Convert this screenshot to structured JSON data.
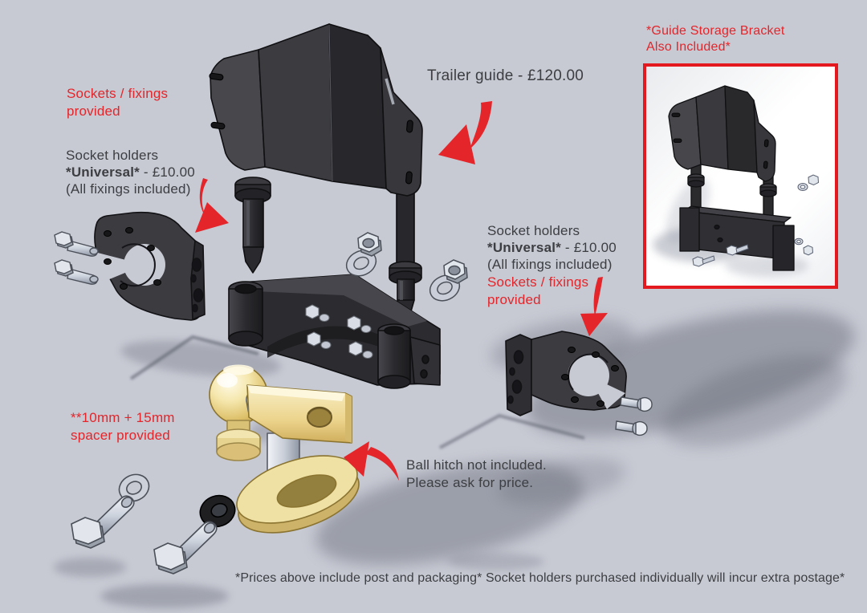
{
  "colors": {
    "background": "#c7c9d3",
    "accent_red": "#e4252a",
    "text_dark": "#3c3e42",
    "part_dark": "#323236",
    "gold": "#ecd48d",
    "silver": "#c9cfd9",
    "inset_border": "#e4191f"
  },
  "annotations": {
    "trailer_guide_price": "Trailer guide - £120.00",
    "inset_caption": {
      "l1": "*Guide Storage Bracket",
      "l2": "Also Included*"
    },
    "fixings_note": {
      "l1": "Sockets / fixings",
      "l2": "provided"
    },
    "socket_holders": {
      "l1": "Socket holders",
      "bold": "*Universal*",
      "price": " - £10.00",
      "l3": "(All fixings included)"
    },
    "spacer_note": {
      "l1": "**10mm + 15mm",
      "l2": "spacer provided"
    },
    "ball_hitch_note": {
      "l1": "Ball hitch not included.",
      "l2": "Please ask for price."
    },
    "footer": "*Prices above include post and packaging* Socket holders purchased individually will incur extra postage*"
  }
}
